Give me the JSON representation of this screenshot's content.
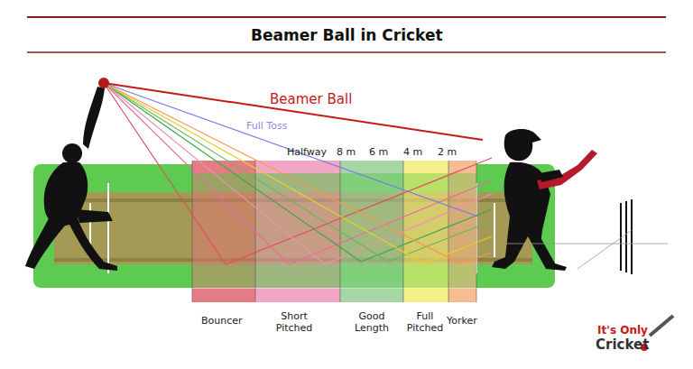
{
  "diagram": {
    "title": "Beamer Ball in Cricket",
    "labels": [
      "Beamer Ball",
      "Full Toss",
      "Halfway",
      "8 m",
      "6 m",
      "4 m",
      "2 m",
      "Bouncer",
      "Short Pitched",
      "Good Length",
      "Full Pitched",
      "Yorker",
      "It's Only",
      "Cricket"
    ]
  }
}
